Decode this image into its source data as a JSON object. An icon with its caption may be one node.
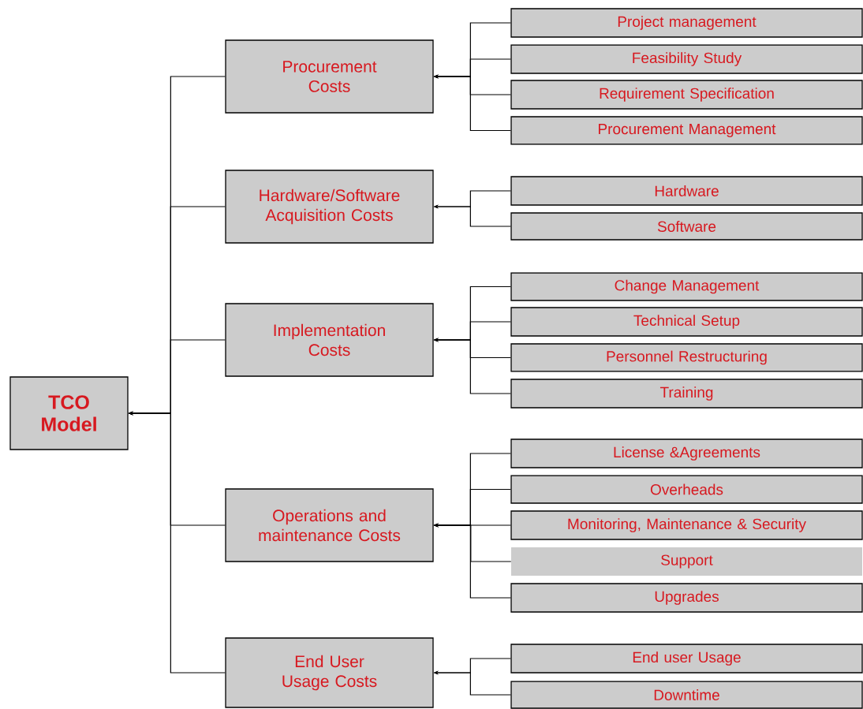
{
  "diagram": {
    "nodes": [
      {
        "text": [
          "TCO Model"
        ]
      },
      {
        "text": [
          "Procurement Costs"
        ]
      },
      {
        "text": [
          "Project management"
        ]
      },
      {
        "text": [
          "Feasibility Study"
        ]
      },
      {
        "text": [
          "Requirement Specification"
        ]
      },
      {
        "text": [
          "Procurement Management"
        ]
      },
      {
        "text": [
          "Hardware/Software Acquisition Costs"
        ]
      },
      {
        "text": [
          "Hardware"
        ]
      },
      {
        "text": [
          "Software"
        ]
      },
      {
        "text": [
          "Implementation Costs"
        ]
      },
      {
        "text": [
          "Change Management"
        ]
      },
      {
        "text": [
          "Technical Setup"
        ]
      },
      {
        "text": [
          "Personnel Restructuring"
        ]
      },
      {
        "text": [
          "Training"
        ]
      },
      {
        "text": [
          "Operations and maintenance Costs"
        ]
      },
      {
        "text": [
          "License &Agreements"
        ]
      },
      {
        "text": [
          "Overheads"
        ]
      },
      {
        "text": [
          "Monitoring, Maintenance & Security"
        ]
      },
      {
        "text": [
          "Support"
        ]
      },
      {
        "text": [
          "Upgrades"
        ]
      },
      {
        "text": [
          "End User Usage Costs"
        ]
      },
      {
        "text": [
          "End user Usage"
        ]
      },
      {
        "text": [
          "Downtime"
        ]
      }
    ],
    "edges": [
      {
        "from": 1,
        "to": 0,
        "arrow": "to"
      },
      {
        "from": 6,
        "to": 0,
        "arrow": "to"
      },
      {
        "from": 9,
        "to": 0,
        "arrow": "to"
      },
      {
        "from": 14,
        "to": 0,
        "arrow": "to"
      },
      {
        "from": 20,
        "to": 0,
        "arrow": "to"
      },
      {
        "from": 2,
        "to": 1,
        "arrow": "to"
      },
      {
        "from": 3,
        "to": 1,
        "arrow": "to"
      },
      {
        "from": 4,
        "to": 1,
        "arrow": "to"
      },
      {
        "from": 5,
        "to": 1,
        "arrow": "to"
      },
      {
        "from": 7,
        "to": 6,
        "arrow": "to"
      },
      {
        "from": 8,
        "to": 6,
        "arrow": "to"
      },
      {
        "from": 10,
        "to": 9,
        "arrow": "to"
      },
      {
        "from": 11,
        "to": 9,
        "arrow": "to"
      },
      {
        "from": 12,
        "to": 9,
        "arrow": "to"
      },
      {
        "from": 13,
        "to": 9,
        "arrow": "to"
      },
      {
        "from": 15,
        "to": 14,
        "arrow": "to"
      },
      {
        "from": 16,
        "to": 14,
        "arrow": "to"
      },
      {
        "from": 17,
        "to": 14,
        "arrow": "to"
      },
      {
        "from": 18,
        "to": 14,
        "arrow": "to"
      },
      {
        "from": 19,
        "to": 14,
        "arrow": "to"
      },
      {
        "from": 21,
        "to": 20,
        "arrow": "to"
      },
      {
        "from": 22,
        "to": 20,
        "arrow": "to"
      }
    ]
  }
}
